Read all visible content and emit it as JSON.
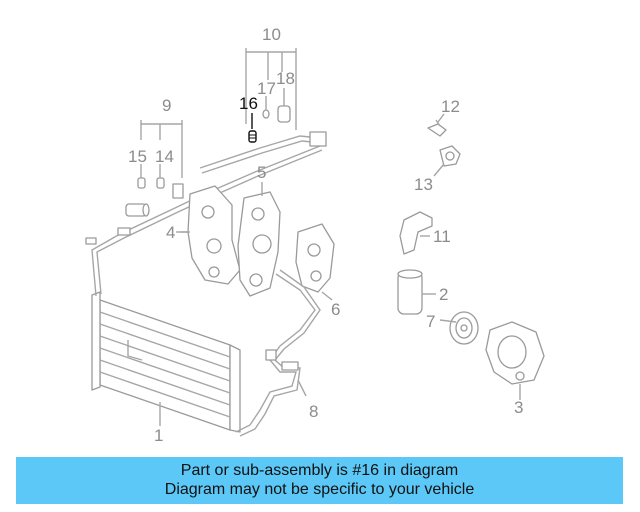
{
  "diagram": {
    "callouts": {
      "c1": "1",
      "c2": "2",
      "c3": "3",
      "c4": "4",
      "c5": "5",
      "c6": "6",
      "c7": "7",
      "c8": "8",
      "c9": "9",
      "c10": "10",
      "c11": "11",
      "c12": "12",
      "c13": "13",
      "c14": "14",
      "c15": "15",
      "c16": "16",
      "c17": "17",
      "c18": "18"
    },
    "highlighted_part": "16",
    "colors": {
      "highlight": "#111111",
      "callout": "#8c8c8c",
      "banner": "#5bc8f7"
    }
  },
  "banner": {
    "line1": "Part or sub-assembly is #16 in diagram",
    "line2": "Diagram may not be specific to your vehicle"
  }
}
